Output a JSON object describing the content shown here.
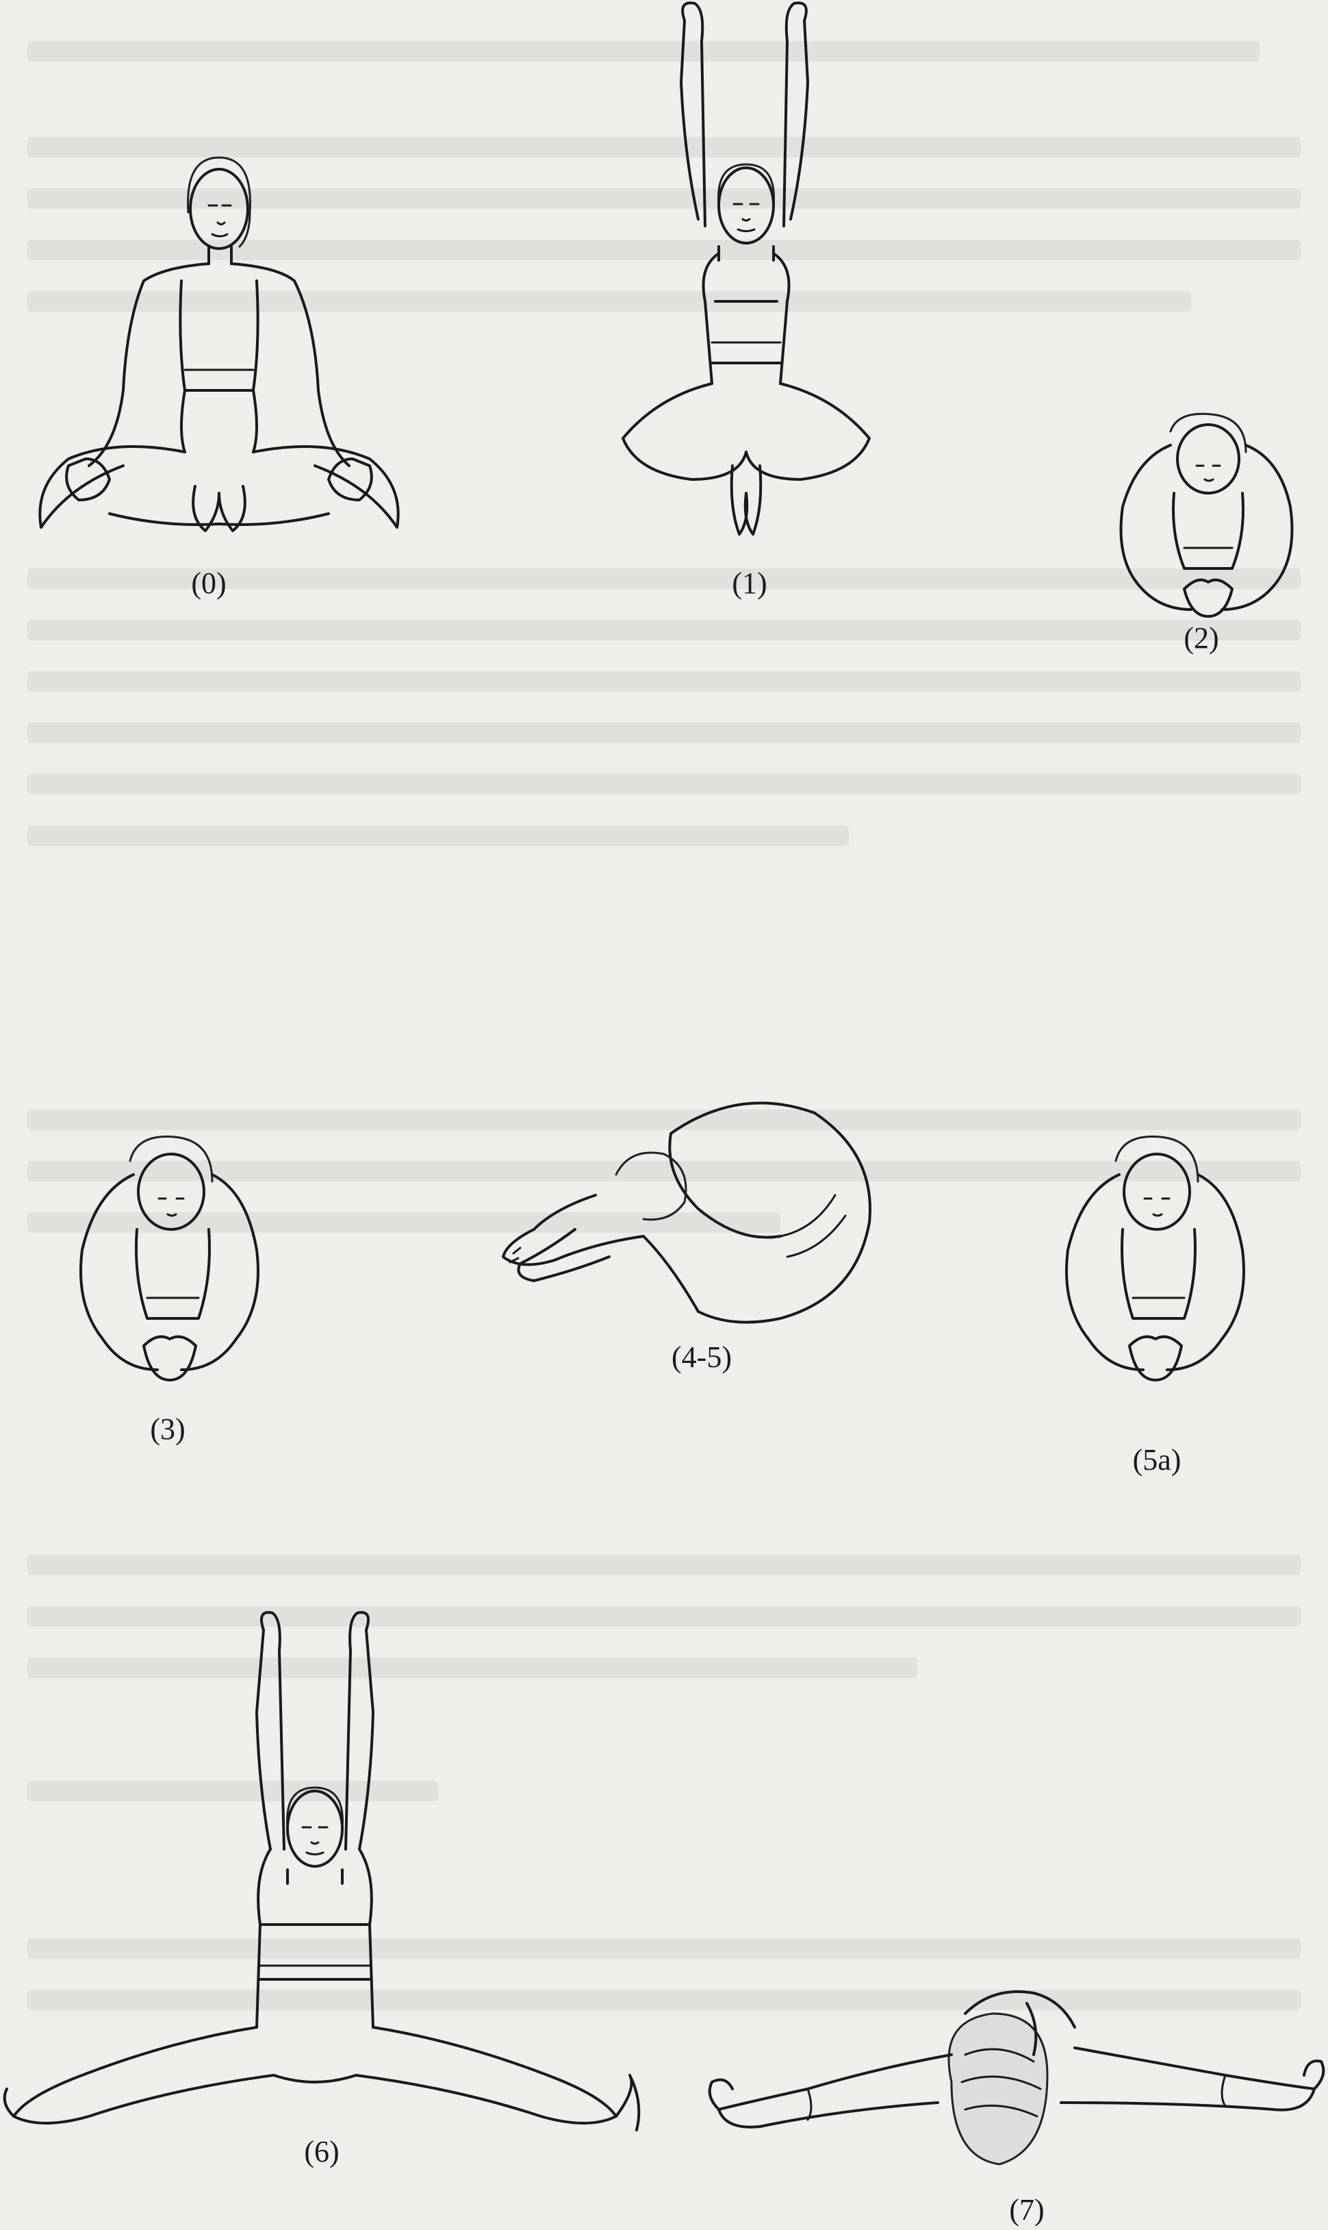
{
  "figures": [
    {
      "id": "pose-0",
      "label": "(0)"
    },
    {
      "id": "pose-1",
      "label": "(1)"
    },
    {
      "id": "pose-2",
      "label": "(2)"
    },
    {
      "id": "pose-3",
      "label": "(3)"
    },
    {
      "id": "pose-4-5",
      "label": "(4-5)"
    },
    {
      "id": "pose-5a",
      "label": "(5a)"
    },
    {
      "id": "pose-6",
      "label": "(6)"
    },
    {
      "id": "pose-7",
      "label": "(7)"
    }
  ]
}
